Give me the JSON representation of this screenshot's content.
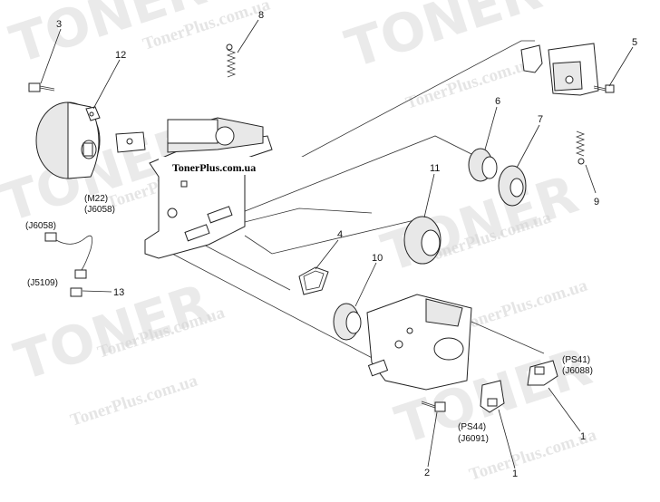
{
  "watermark": {
    "brand": "TONER",
    "site": "TonerPlus.com.ua"
  },
  "banner": {
    "text": "TonerPlus.com.ua"
  },
  "callouts": [
    {
      "id": "c1a",
      "label": "1"
    },
    {
      "id": "c1b",
      "label": "1"
    },
    {
      "id": "c2",
      "label": "2"
    },
    {
      "id": "c3",
      "label": "3"
    },
    {
      "id": "c4",
      "label": "4"
    },
    {
      "id": "c5",
      "label": "5"
    },
    {
      "id": "c6",
      "label": "6"
    },
    {
      "id": "c7",
      "label": "7"
    },
    {
      "id": "c8",
      "label": "8"
    },
    {
      "id": "c9",
      "label": "9"
    },
    {
      "id": "c10",
      "label": "10"
    },
    {
      "id": "c11",
      "label": "11"
    },
    {
      "id": "c12",
      "label": "12"
    },
    {
      "id": "c13",
      "label": "13"
    }
  ],
  "connector_labels": {
    "m22": "(M22)",
    "j6058_motor": "(J6058)",
    "j6058_cable": "(J6058)",
    "j5109": "(J5109)",
    "ps41": "(PS41)",
    "j6088": "(J6088)",
    "ps44": "(PS44)",
    "j6091": "(J6091)"
  }
}
